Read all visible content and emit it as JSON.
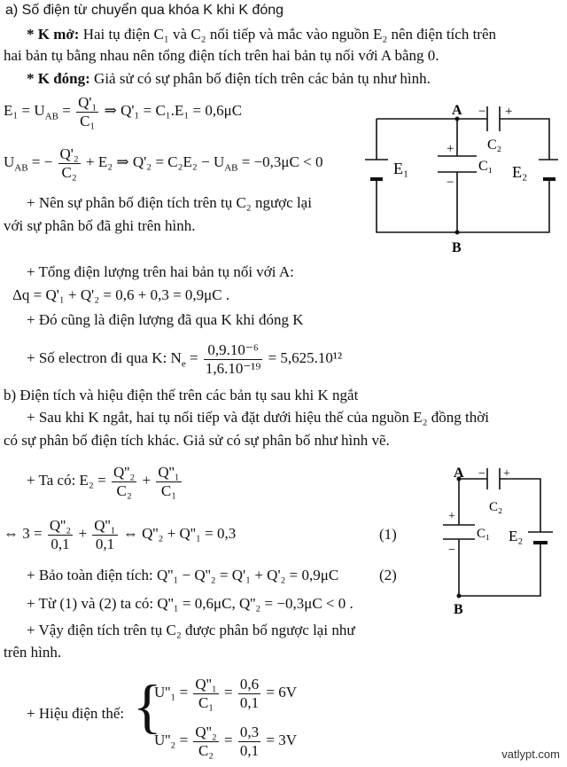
{
  "part_a": {
    "heading": "a) Số điện từ chuyển qua khóa K khi K đóng",
    "k_open_label": "* K mở:",
    "k_open_line1": "Hai tụ điện C₁ và C₂ nối tiếp và mắc vào nguồn E₂ nên điện tích trên",
    "k_open_line2": "hai bản tụ bằng nhau nên tổng điện tích trên hai bản tụ nối với A bằng 0.",
    "k_closed_label": "* K đóng:",
    "k_closed_text": "Giả sử có sự phân bố điện tích trên các bản tụ như hình.",
    "eq1_lhs": "E₁ = U",
    "eq1_lhs_sub": "AB",
    "eq1_eq": "=",
    "eq1_num": "Q'₁",
    "eq1_den": "C₁",
    "eq1_rhs": "⇒ Q'₁ = C₁.E₁ = 0,6μC",
    "eq2_lhs": "U",
    "eq2_lhs_sub": "AB",
    "eq2_eq": "= −",
    "eq2_num": "Q'₂",
    "eq2_den": "C₂",
    "eq2_rhs": "+ E₂ ⇒ Q'₂ = C₂E₂ − U",
    "eq2_rhs_sub": "AB",
    "eq2_rhs_end": "= −0,3μC < 0",
    "note_line1": "+ Nên sự phân bố điện tích trên tụ C₂ ngược lại",
    "note_line2": "với sự phân bố đã ghi trên hình.",
    "total_line": "+ Tổng điện lượng trên hai bản tụ nối với A:",
    "dq_line": "Δq = Q'₁ + Q'₂ = 0,6 + 0,3 = 0,9μC .",
    "k_line": "+ Đó cũng là điện lượng đã qua K khi đóng K",
    "electron_lhs": "+ Số electron đi qua K: N",
    "electron_sub": "e",
    "electron_eq": "=",
    "electron_num": "0,9.10⁻⁶",
    "electron_den": "1,6.10⁻¹⁹",
    "electron_rhs": "= 5,625.10¹²"
  },
  "part_b": {
    "heading": "b) Điện tích và hiệu điện thế trên các bản tụ sau khi K ngắt",
    "after_line1": "+ Sau khi K ngắt, hai tụ nối tiếp và đặt dưới hiệu thế của nguồn E₂ đồng thời",
    "after_line2": "có sự phân bố điện tích khác. Giả sử có sự phân bố như hình vẽ.",
    "taco_lhs": "+ Ta có: E₂ =",
    "taco_num1": "Q''₂",
    "taco_den1": "C₂",
    "taco_plus": "+",
    "taco_num2": "Q''₁",
    "taco_den2": "C₁",
    "eq3_lhs": "⇔ 3 =",
    "eq3_num1": "Q''₂",
    "eq3_den1": "0,1",
    "eq3_plus": "+",
    "eq3_num2": "Q''₁",
    "eq3_den2": "0,1",
    "eq3_rhs": "⇔ Q''₂ + Q''₁ = 0,3",
    "eq3_tag": "(1)",
    "conserve": "+ Bảo toàn điện tích: Q''₁ − Q''₂ = Q'₁ + Q'₂ = 0,9μC",
    "conserve_tag": "(2)",
    "from_line": "+ Từ (1) và (2) ta có: Q''₁ = 0,6μC, Q''₂ = −0,3μC < 0 .",
    "so_line1": "+ Vậy điện tích trên tụ C₂ được phân bố ngược lại như",
    "so_line2": "trên hình.",
    "voltage_label": "+ Hiệu điện thế:",
    "u1_lhs": "U''₁ =",
    "u1_num": "Q''₁",
    "u1_den": "C₁",
    "u1_eq": "=",
    "u1_num2": "0,6",
    "u1_den2": "0,1",
    "u1_rhs": "= 6V",
    "u2_lhs": "U''₂ =",
    "u2_num": "Q''₂",
    "u2_den": "C₂",
    "u2_eq": "=",
    "u2_num2": "0,3",
    "u2_den2": "0,1",
    "u2_rhs": "= 3V"
  },
  "circuit1": {
    "node_a": "A",
    "node_b": "B",
    "c1": "C₁",
    "c2": "C₂",
    "e1": "E₁",
    "e2": "E₂",
    "plus": "+",
    "minus": "−"
  },
  "circuit2": {
    "node_a": "A",
    "node_b": "B",
    "c1": "C₁",
    "c2": "C₂",
    "e2": "E₂",
    "plus": "+",
    "minus": "−"
  },
  "watermark": "vatlypt.com"
}
